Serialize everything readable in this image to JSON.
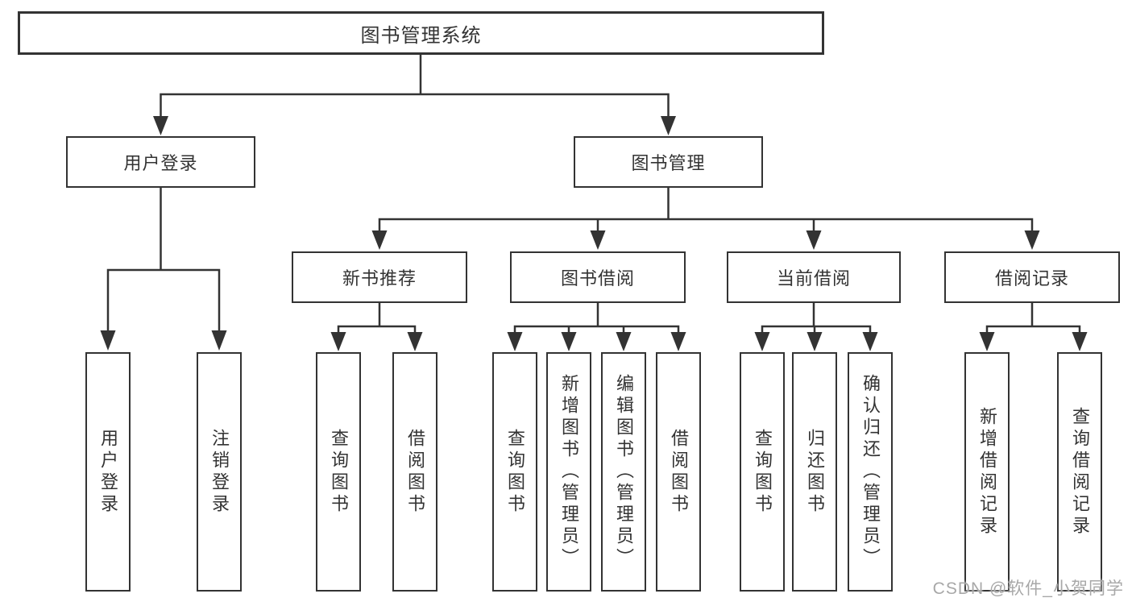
{
  "tree": {
    "label": "图书管理系统",
    "children": [
      {
        "label": "用户登录",
        "children": [
          {
            "label": "用户登录"
          },
          {
            "label": "注销登录"
          }
        ]
      },
      {
        "label": "图书管理",
        "children": [
          {
            "label": "新书推荐",
            "children": [
              {
                "label": "查询图书"
              },
              {
                "label": "借阅图书"
              }
            ]
          },
          {
            "label": "图书借阅",
            "children": [
              {
                "label": "查询图书"
              },
              {
                "label": "新增图书（管理员）"
              },
              {
                "label": "编辑图书（管理员）"
              },
              {
                "label": "借阅图书"
              }
            ]
          },
          {
            "label": "当前借阅",
            "children": [
              {
                "label": "查询图书"
              },
              {
                "label": "归还图书"
              },
              {
                "label": "确认归还（管理员）"
              }
            ]
          },
          {
            "label": "借阅记录",
            "children": [
              {
                "label": "新增借阅记录"
              },
              {
                "label": "查询借阅记录"
              }
            ]
          }
        ]
      }
    ]
  },
  "watermark": {
    "text": "CSDN @软件_小贺同学"
  },
  "colors": {
    "line": "#333333",
    "text": "#333333",
    "box_background": "#ffffff",
    "watermark": "#a8a8a8",
    "page_background": "#ffffff"
  }
}
